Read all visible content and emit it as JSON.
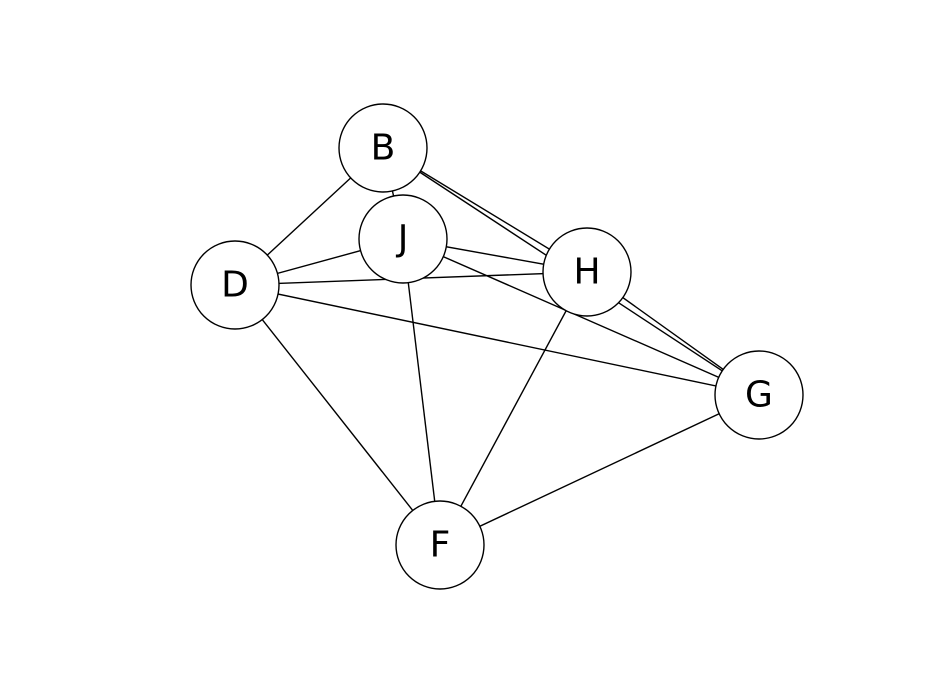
{
  "graph": {
    "nodes": [
      {
        "id": "B",
        "label": "B"
      },
      {
        "id": "J",
        "label": "J"
      },
      {
        "id": "D",
        "label": "D"
      },
      {
        "id": "H",
        "label": "H"
      },
      {
        "id": "G",
        "label": "G"
      },
      {
        "id": "F",
        "label": "F"
      }
    ],
    "edges": [
      {
        "source": "B",
        "target": "D"
      },
      {
        "source": "B",
        "target": "J"
      },
      {
        "source": "B",
        "target": "H"
      },
      {
        "source": "B",
        "target": "G"
      },
      {
        "source": "J",
        "target": "D"
      },
      {
        "source": "J",
        "target": "H"
      },
      {
        "source": "J",
        "target": "G"
      },
      {
        "source": "J",
        "target": "F"
      },
      {
        "source": "D",
        "target": "H"
      },
      {
        "source": "D",
        "target": "G"
      },
      {
        "source": "D",
        "target": "F"
      },
      {
        "source": "H",
        "target": "G"
      },
      {
        "source": "H",
        "target": "F"
      },
      {
        "source": "G",
        "target": "F"
      }
    ]
  }
}
